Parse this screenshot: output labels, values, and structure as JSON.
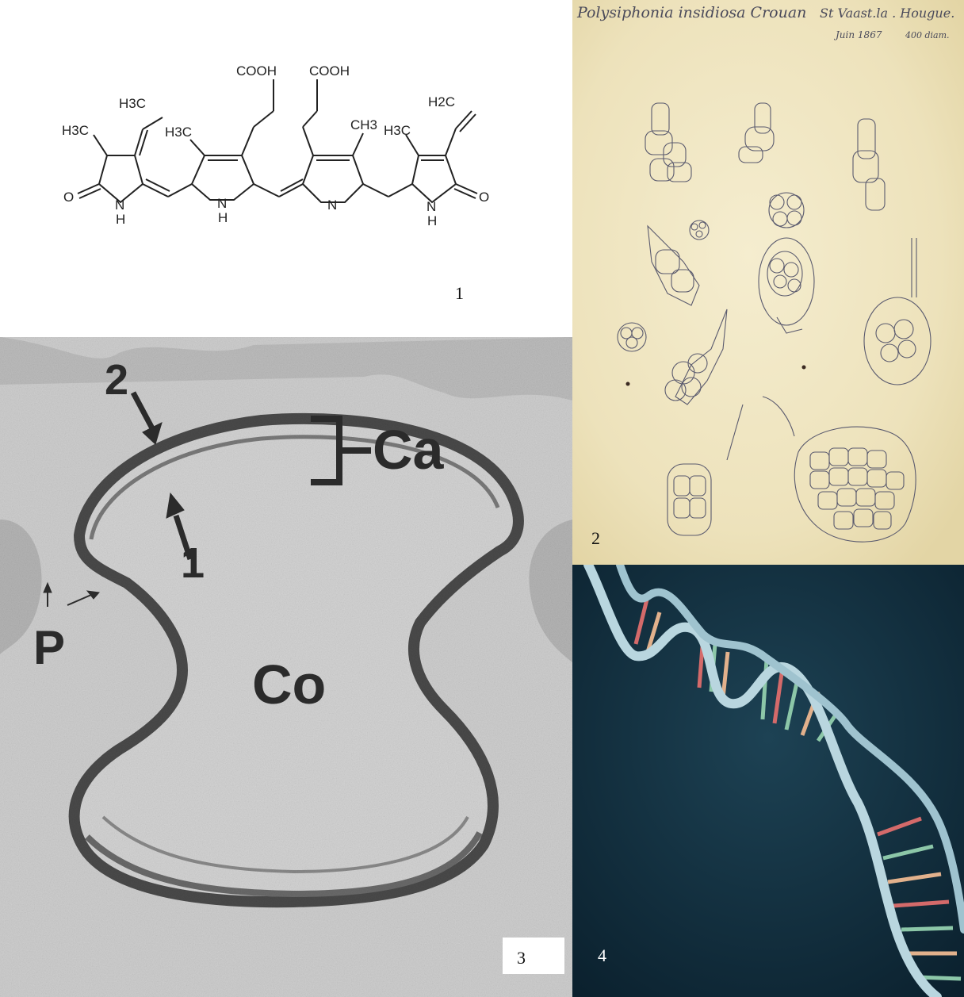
{
  "panels": {
    "structure": {
      "groups": {
        "acid_left": "COOH",
        "acid_right": "COOH",
        "h3c_ethylidene": "H3C",
        "h3c_ring1": "H3C",
        "h3c_ring2": "H3C",
        "ch3_ring3": "CH3",
        "h3c_ring4": "H3C",
        "h2c_vinyl": "H2C",
        "oxygen_left": "O",
        "oxygen_right": "O",
        "nitrogen_imine": "N",
        "nh_1_n": "N",
        "nh_1_h": "H",
        "nh_2_n": "N",
        "nh_2_h": "H",
        "nh_4_n": "N",
        "nh_4_h": "H"
      },
      "panel_number": "1"
    },
    "drawing": {
      "caption_species": "Polysiphonia insidiosa Crouan",
      "caption_place": "St Vaast.la . Hougue.",
      "caption_date": "Juin 1867",
      "caption_magnification": "400 diam.",
      "panel_number": "2"
    },
    "micrograph": {
      "labels": {
        "layer_2": "2",
        "layer_1": "1",
        "capsule": "Ca",
        "core": "Co",
        "pole": "P"
      },
      "panel_number": "3"
    },
    "dna": {
      "panel_number": "4"
    }
  },
  "colors": {
    "paper": "#efe6c4",
    "ink": "#4a4a5a",
    "micrograph_gray": "#c9c9c9",
    "membrane_dark": "#4a4a4a",
    "dna_background": "#0f2a3a",
    "dna_strand": "#b9d6df"
  }
}
